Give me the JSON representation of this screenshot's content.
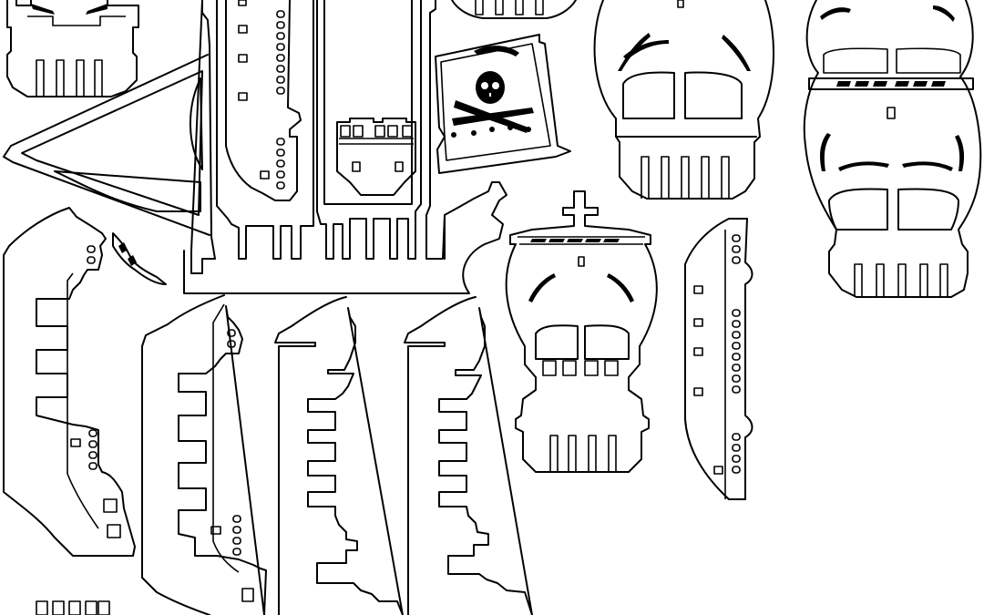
{
  "sheet": {
    "type": "laser-cut pattern",
    "subject": "pirate ship",
    "line_color": "#000000",
    "background_color": "#ffffff",
    "emblem": "skull-and-crossed-swords",
    "emblem_icon": "skull-crossbones-icon"
  }
}
